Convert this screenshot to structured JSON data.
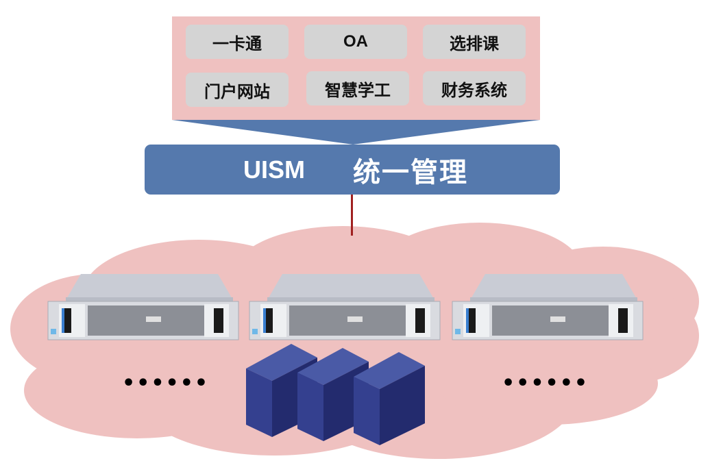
{
  "applications": [
    {
      "label": "一卡通"
    },
    {
      "label": "OA"
    },
    {
      "label": "选排课"
    },
    {
      "label": "门户网站"
    },
    {
      "label": "智慧学工"
    },
    {
      "label": "财务系统"
    }
  ],
  "management": {
    "product": "UISM",
    "title": "统一管理"
  },
  "resource_pool": {
    "rack_servers": [
      {
        "icon": "rack-server-icon"
      },
      {
        "icon": "rack-server-icon"
      },
      {
        "icon": "rack-server-icon"
      }
    ],
    "tower_servers": [
      {
        "icon": "tower-server-icon"
      },
      {
        "icon": "tower-server-icon"
      },
      {
        "icon": "tower-server-icon"
      }
    ],
    "ellipsis_left": "••••••",
    "ellipsis_right": "••••••"
  },
  "colors": {
    "panel_pink": "#efc1c0",
    "app_box_gray": "#d4d4d4",
    "bar_blue": "#5579ad",
    "connector_red": "#a02020",
    "tower_blue": "#2f3b8c"
  }
}
